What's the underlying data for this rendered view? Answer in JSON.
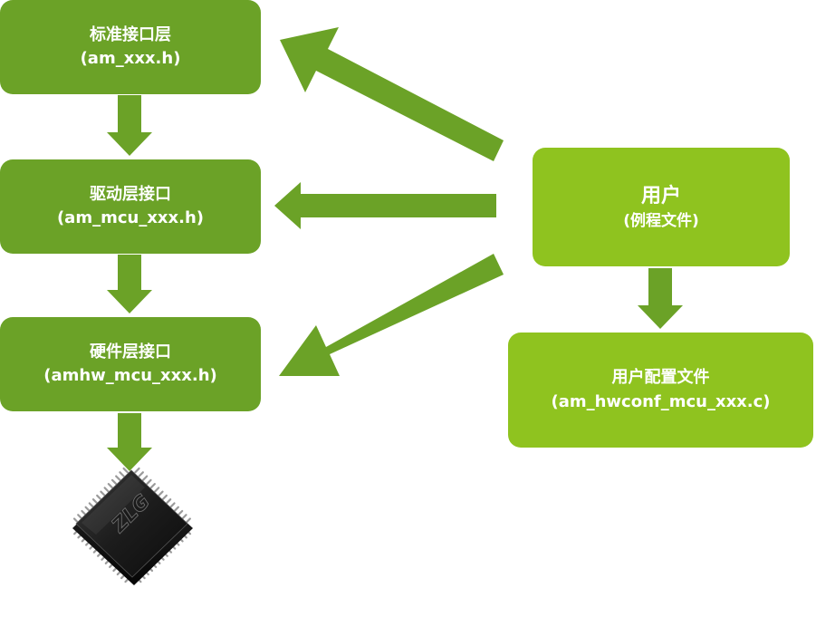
{
  "nodes": {
    "standard_layer": {
      "title": "标准接口层",
      "file": "(am_xxx.h)"
    },
    "driver_layer": {
      "title": "驱动层接口",
      "file": "(am_mcu_xxx.h)"
    },
    "hardware_layer": {
      "title": "硬件层接口",
      "file": "(amhw_mcu_xxx.h)"
    },
    "user": {
      "title": "用户",
      "subtitle": "(例程文件)"
    },
    "user_config": {
      "title": "用户配置文件",
      "file": "(am_hwconf_mcu_xxx.c)"
    }
  },
  "chip": {
    "logo_text": "ZLG"
  },
  "colors": {
    "dark_green": "#6ba227",
    "light_green": "#8fc31f",
    "arrow_green": "#6ba227"
  }
}
